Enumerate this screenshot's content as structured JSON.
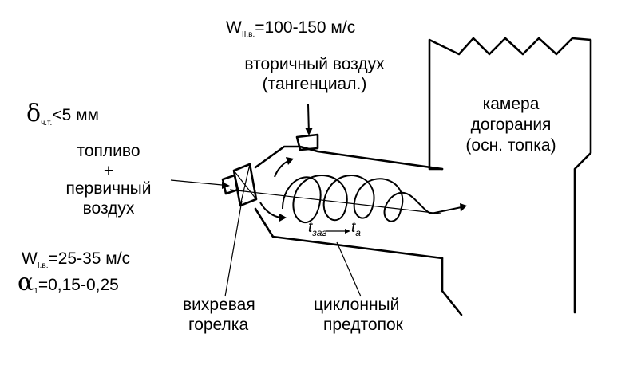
{
  "labels": {
    "w_secondary_base": "W",
    "w_secondary_sub": "II.в.",
    "w_secondary_value": "=100-150 м/с",
    "secondary_air": "вторичный воздух",
    "secondary_air_note": "(тангенциал.)",
    "chamber_line1": "камера",
    "chamber_line2": "догорания",
    "chamber_line3": "(осн. топка)",
    "delta_symbol": "δ",
    "delta_sub": "ч.т.",
    "delta_value": "<5 мм",
    "fuel_line1": "топливо",
    "fuel_line2": "+",
    "fuel_line3": "первичный",
    "fuel_line4": "воздух",
    "w_primary_base": "W",
    "w_primary_sub": "I.в.",
    "w_primary_value": "=25-35 м/с",
    "alpha_symbol": "α",
    "alpha_sub": "1",
    "alpha_value": "=0,15-0,25",
    "t_start": "t",
    "t_start_sub": "заг",
    "t_end": "t",
    "t_end_sub": "а",
    "burner_line1": "вихревая",
    "burner_line2": "горелка",
    "precombustor_line1": "циклонный",
    "precombustor_line2": "предтопок"
  }
}
